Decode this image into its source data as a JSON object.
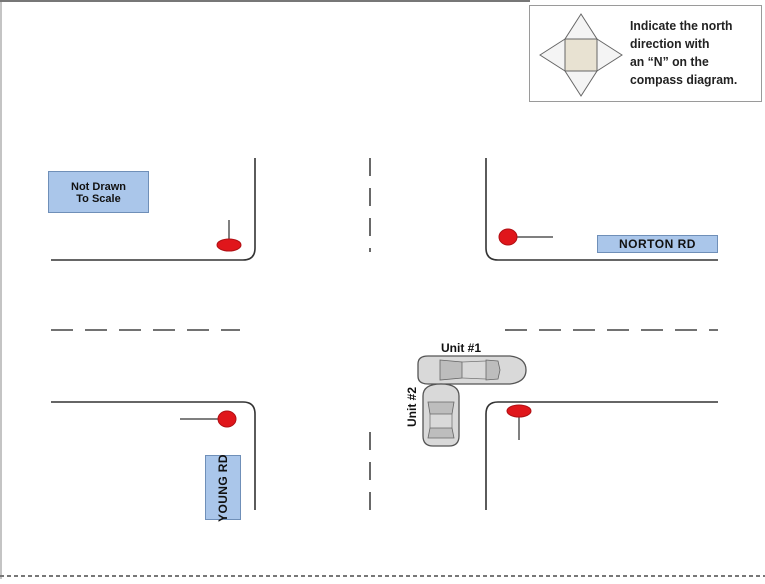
{
  "compass": {
    "instruction": "Indicate the north\ndirection with\nan “N” on the\ncompass diagram."
  },
  "labels": {
    "not_drawn": "Not Drawn\nTo Scale",
    "east_west_road": "NORTON RD",
    "north_south_road": "YOUNG RD"
  },
  "vehicles": {
    "unit1": "Unit #1",
    "unit2": "Unit #2"
  },
  "colors": {
    "road_line": "#333333",
    "dash_line": "#444444",
    "label_fill": "#aac6ea",
    "stop_sign": "#e0161b",
    "car_body": "#d9d9d9"
  },
  "icons": [
    "compass-rose-icon",
    "stop-sign-icon",
    "car-icon"
  ]
}
